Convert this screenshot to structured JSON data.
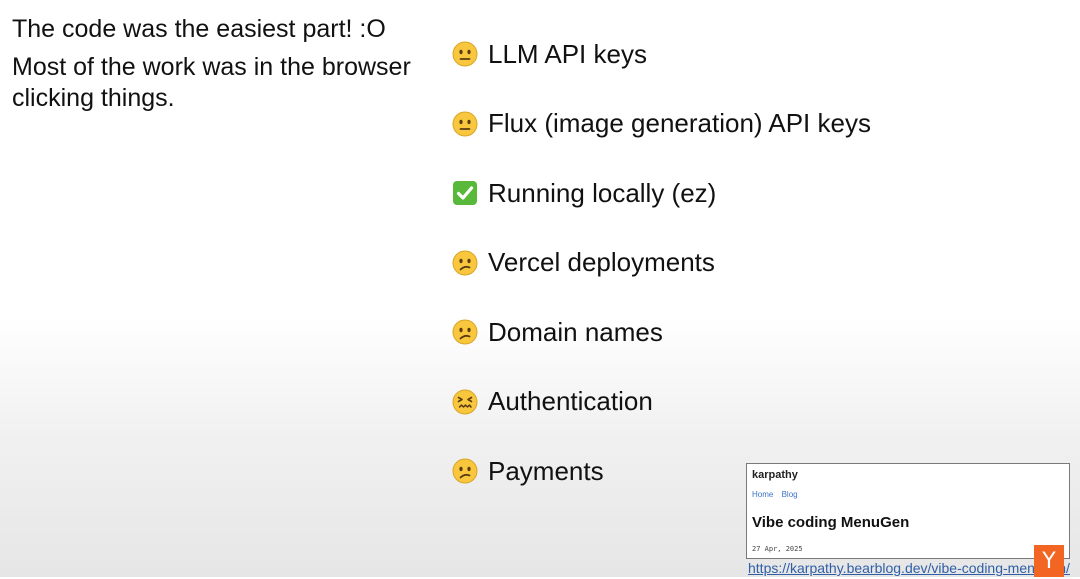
{
  "slide": {
    "heading": "The code was the easiest part! :O",
    "body": "Most of the work was in the browser clicking things.",
    "items": [
      {
        "label": "LLM API keys",
        "icon": "neutral-face-icon"
      },
      {
        "label": "Flux (image generation) API keys",
        "icon": "neutral-face-icon"
      },
      {
        "label": "Running locally (ez)",
        "icon": "check-mark-button-icon"
      },
      {
        "label": "Vercel deployments",
        "icon": "confused-face-icon"
      },
      {
        "label": "Domain names",
        "icon": "confused-face-icon"
      },
      {
        "label": "Authentication",
        "icon": "confounded-face-icon"
      },
      {
        "label": "Payments",
        "icon": "confused-face-icon"
      }
    ]
  },
  "blog_card": {
    "author": "karpathy",
    "nav": [
      "Home",
      "Blog"
    ],
    "title": "Vibe coding MenuGen",
    "date": "27 Apr, 2025",
    "url": "https://karpathy.bearblog.dev/vibe-coding-menugen/"
  },
  "badge": {
    "letter": "Y",
    "color": "#f26522"
  },
  "colors": {
    "emoji_yellow": "#f8c73e",
    "check_green": "#58b83a",
    "link_blue": "#2f5fa6"
  }
}
